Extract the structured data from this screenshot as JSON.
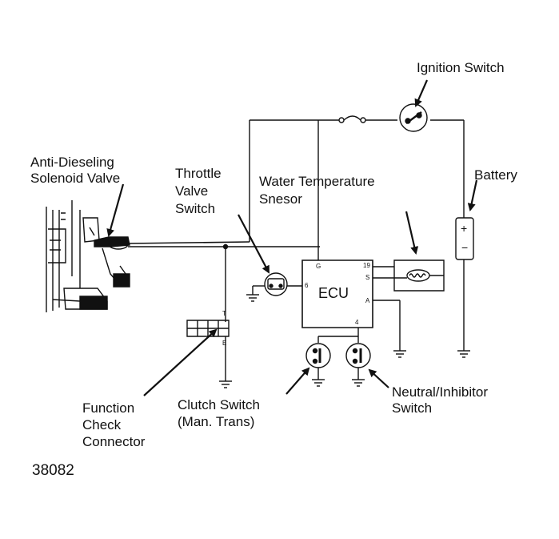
{
  "labels": {
    "ignition_switch": "Ignition Switch",
    "battery": "Battery",
    "anti_dieseling_1": "Anti-Dieseling",
    "anti_dieseling_2": "Solenoid Valve",
    "throttle_1": "Throttle",
    "throttle_2": "Valve",
    "throttle_3": "Switch",
    "water_temp_1": "Water Temperature",
    "water_temp_2": "Snesor",
    "function_1": "Function",
    "function_2": "Check",
    "function_3": "Connector",
    "clutch_1": "Clutch Switch",
    "clutch_2": "(Man. Trans)",
    "neutral_1": "Neutral/Inhibitor",
    "neutral_2": "Switch"
  },
  "ecu": {
    "title": "ECU",
    "pins": {
      "g": "G",
      "p19": "19",
      "s": "S",
      "a": "A",
      "p4": "4",
      "p6": "6"
    }
  },
  "connector_pins": {
    "top": "T",
    "bottom": "E"
  },
  "battery_terminals": {
    "positive": "+",
    "negative": "−"
  },
  "figure_code": "38082"
}
